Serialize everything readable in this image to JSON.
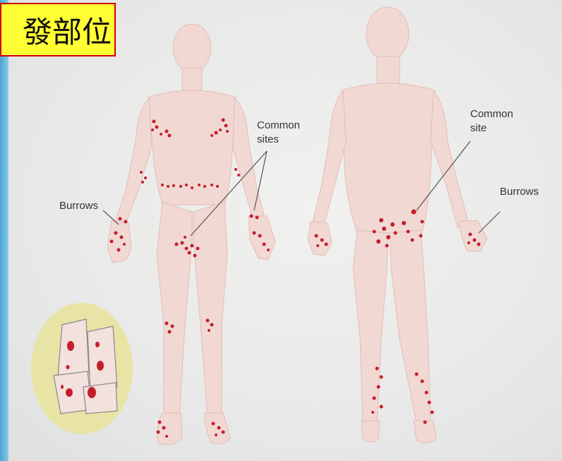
{
  "title": "發部位",
  "labels": {
    "common_sites": "Common\nsites",
    "common_site": "Common\nsite",
    "burrows_left": "Burrows",
    "burrows_right": "Burrows"
  },
  "colors": {
    "skin": "#f1d8d3",
    "lesion": "#c51e2a",
    "inset_bg": "#e8e4a6",
    "title_bg": "#ffff33",
    "title_border": "#cc0000"
  }
}
